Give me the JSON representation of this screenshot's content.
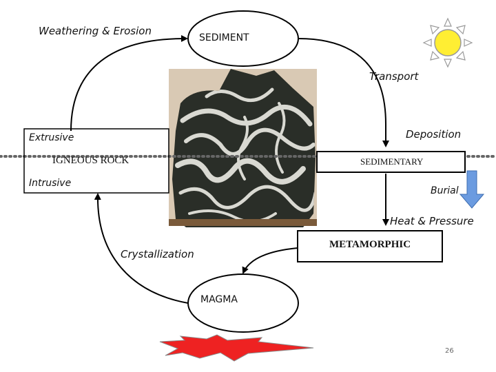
{
  "labels": {
    "weathering": "Weathering & Erosion",
    "sediment": "SEDIMENT",
    "transport": "Transport",
    "extrusive": "Extrusive",
    "igneous": "IGNEOUS ROCK",
    "intrusive": "Intrusive",
    "deposition": "Deposition",
    "sedimentary": "SEDIMENTARY",
    "burial": "Burial",
    "heat_pressure": "Heat & Pressure",
    "metamorphic": "METAMORPHIC",
    "crystallization": "Crystallization",
    "magma": "MAGMA",
    "page_number": "26"
  },
  "icons": {
    "sun": "sun-icon",
    "heat": "heat-burst-icon",
    "rock_photo": "gneiss-rock-photo",
    "burial_arrow": "down-arrow-icon"
  },
  "colors": {
    "sun_fill": "#ffee33",
    "heat_fill": "#ee2222",
    "burial_arrow": "#6b9be0",
    "rock_dark": "#2a2e28",
    "rock_light": "#d9d9d2"
  }
}
